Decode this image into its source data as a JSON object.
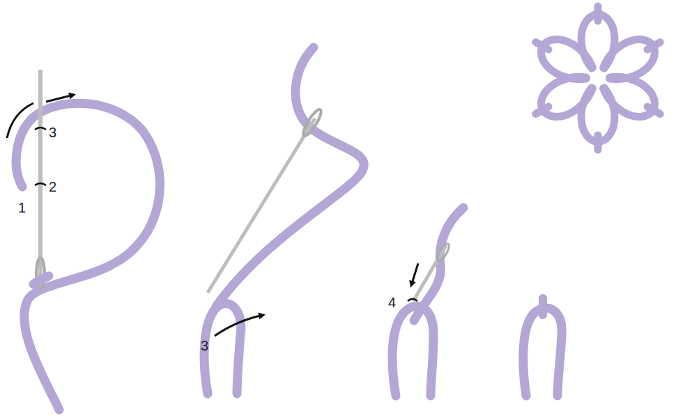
{
  "diagram": {
    "labels": [
      "1",
      "2",
      "3",
      "3",
      "4"
    ]
  }
}
